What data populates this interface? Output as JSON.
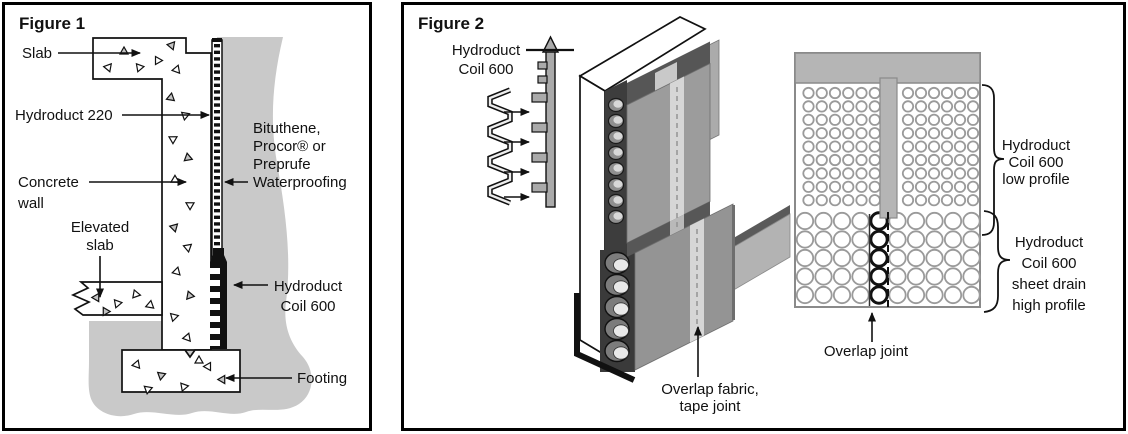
{
  "figure1": {
    "title": "Figure 1",
    "labels": {
      "slab": "Slab",
      "hydroduct_220": "Hydroduct 220",
      "concrete_wall": [
        "Concrete",
        "wall"
      ],
      "elevated_slab": [
        "Elevated",
        "slab"
      ],
      "waterproofing": [
        "Bituthene,",
        "Procor® or",
        "Preprufe",
        "Waterproofing"
      ],
      "coil_600": [
        "Hydroduct",
        "Coil 600"
      ],
      "footing": "Footing"
    }
  },
  "figure2": {
    "title": "Figure 2",
    "labels": {
      "coil_600": [
        "Hydroduct",
        "Coil 600"
      ],
      "low_profile": [
        "Hydroduct",
        "Coil 600",
        "low profile"
      ],
      "high_profile": [
        "Hydroduct",
        "Coil 600",
        "sheet drain",
        "high profile"
      ],
      "overlap_joint": "Overlap joint",
      "overlap_fabric": [
        "Overlap fabric,",
        "tape joint"
      ]
    }
  },
  "colors": {
    "ink": "#111111",
    "soil_gray": "#c9c9c9",
    "profile_gray": "#aaaaaa",
    "sheet_gray": "#9c9c9c",
    "sheet_gray_lower": "#949494",
    "band_dark": "#565656",
    "dimple_dark": "#3d3d3d",
    "stripe_light": "#d6d6d6",
    "plan_gray": "#b5b5b5",
    "circle_stroke": "#9a9a9a"
  }
}
